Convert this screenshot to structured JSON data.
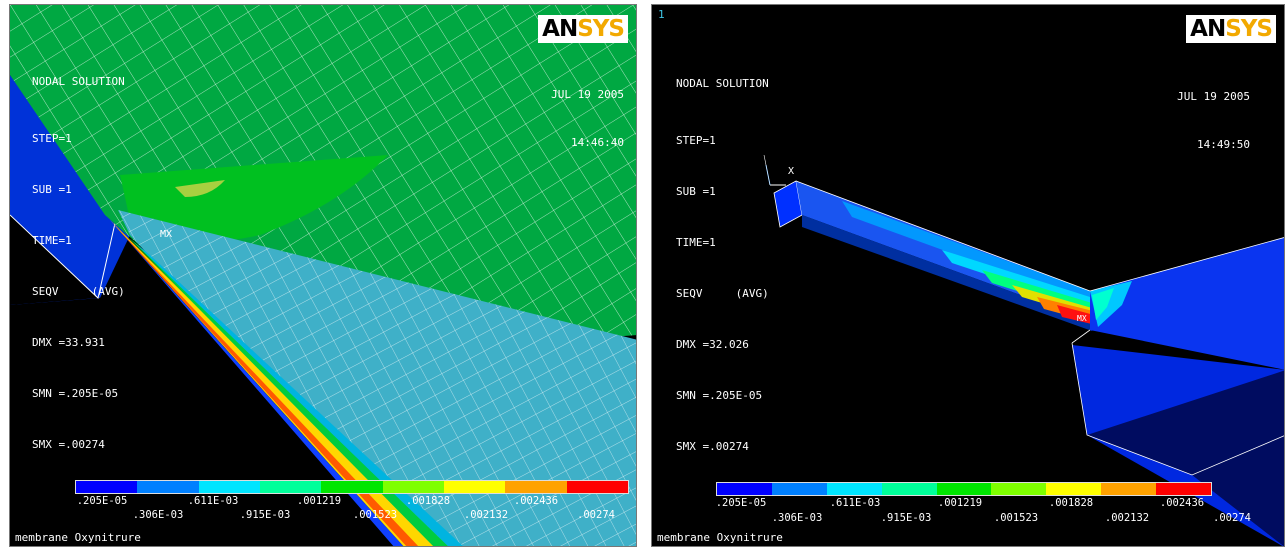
{
  "left_panel": {
    "logo_a": "AN",
    "logo_b": "SYS",
    "info": [
      "NODAL SOLUTION",
      "STEP=1",
      "SUB =1",
      "TIME=1",
      "SEQV     (AVG)",
      "DMX =33.931",
      "SMN =.205E-05",
      "SMX =.00274"
    ],
    "date": "JUL 19 2005",
    "time": "14:46:40",
    "marker": "MX",
    "footer": "membrane Oxynitrure"
  },
  "right_panel": {
    "window_number": "1",
    "logo_a": "AN",
    "logo_b": "SYS",
    "info": [
      "NODAL SOLUTION",
      "STEP=1",
      "SUB =1",
      "TIME=1",
      "SEQV     (AVG)",
      "DMX =32.026",
      "SMN =.205E-05",
      "SMX =.00274"
    ],
    "date": "JUL 19 2005",
    "time": "14:49:50",
    "marker": "MX",
    "axis_label": "X",
    "footer": "membrane Oxynitrure"
  },
  "legend": {
    "colors": [
      "#0000ff",
      "#0080ff",
      "#00e5ff",
      "#00ff9a",
      "#00e600",
      "#7fff00",
      "#ffff00",
      "#ffa200",
      "#ff0000"
    ],
    "top_labels": [
      ".205E-05",
      ".611E-03",
      ".001219",
      ".001828",
      ".002436"
    ],
    "bottom_labels": [
      ".306E-03",
      ".915E-03",
      ".001523",
      ".002132",
      ".00274"
    ]
  }
}
